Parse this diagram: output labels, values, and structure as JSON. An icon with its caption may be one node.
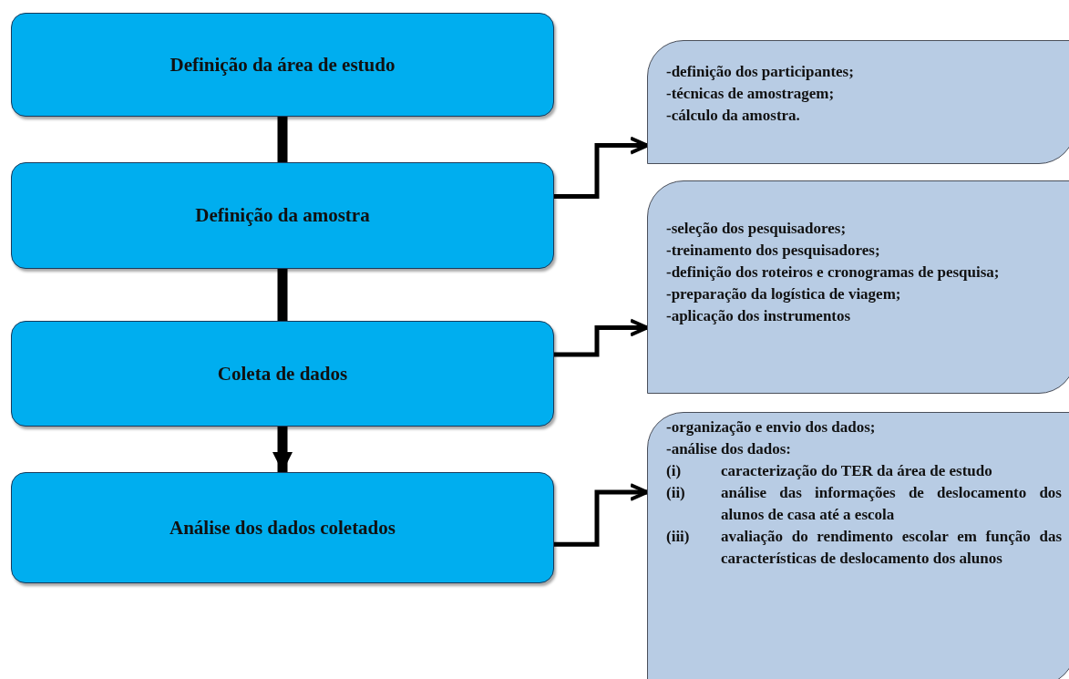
{
  "diagram": {
    "nodes": [
      {
        "text": [
          "Definição da área de estudo"
        ]
      },
      {
        "text": [
          "Definição da amostra"
        ]
      },
      {
        "text": [
          "Coleta de dados"
        ]
      },
      {
        "text": [
          "Análise dos dados coletados"
        ]
      },
      {
        "text": [
          "-definição dos participantes;",
          "-técnicas de amostragem;",
          "-cálculo da amostra."
        ]
      },
      {
        "text": [
          "-seleção dos pesquisadores;",
          "-treinamento dos pesquisadores;",
          "-definição dos roteiros e cronogramas de pesquisa;",
          "-preparação da logística de viagem;",
          "-aplicação dos instrumentos"
        ]
      },
      {
        "text": [
          "-organização e envio dos dados;",
          "-análise dos dados:",
          "(i)",
          "caracterização do TER da área de estudo",
          "(ii)",
          "análise das informações de deslocamento dos alunos de casa até a escola",
          "(iii)",
          "avaliação do rendimento escolar em função das características de deslocamento dos alunos"
        ]
      }
    ],
    "edges": [
      {
        "from": 0,
        "to": 1,
        "arrow": "none",
        "style": "thick"
      },
      {
        "from": 1,
        "to": 2,
        "arrow": "none",
        "style": "thick"
      },
      {
        "from": 2,
        "to": 3,
        "arrow": "to",
        "style": "thick"
      },
      {
        "from": 1,
        "to": 4,
        "arrow": "to"
      },
      {
        "from": 2,
        "to": 5,
        "arrow": "to"
      },
      {
        "from": 3,
        "to": 6,
        "arrow": "to"
      }
    ]
  }
}
